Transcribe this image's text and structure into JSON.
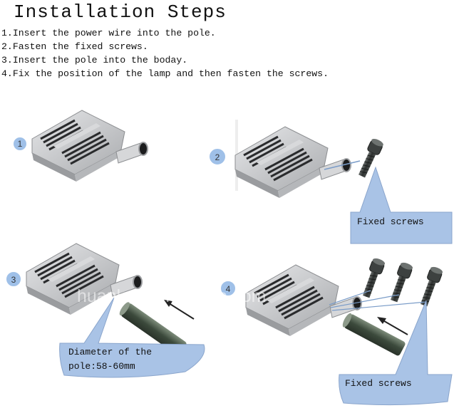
{
  "title": "Installation Steps",
  "steps": [
    "1.Insert the power wire into the pole.",
    "2.Fasten the fixed screws.",
    "3.Insert the pole into the boday.",
    "4.Fix the position of the lamp and then fasten the screws."
  ],
  "panels": [
    {
      "badge": "1"
    },
    {
      "badge": "2",
      "callout": "Fixed screws"
    },
    {
      "badge": "3",
      "callout_line1": "Diameter of the",
      "callout_line2": "pole:58-60mm"
    },
    {
      "badge": "4",
      "callout": "Fixed screws"
    }
  ],
  "watermark": "huanled.en.alibaba.com",
  "colors": {
    "callout_fill": "#a9c3e6",
    "callout_stroke": "#8aa5cc",
    "badge_fill": "#9fc0e8",
    "lamp_body": "#c9cacc",
    "lamp_dark": "#2a2b2d",
    "pole": "#4a5a4a",
    "screw": "#3a3d3c"
  }
}
